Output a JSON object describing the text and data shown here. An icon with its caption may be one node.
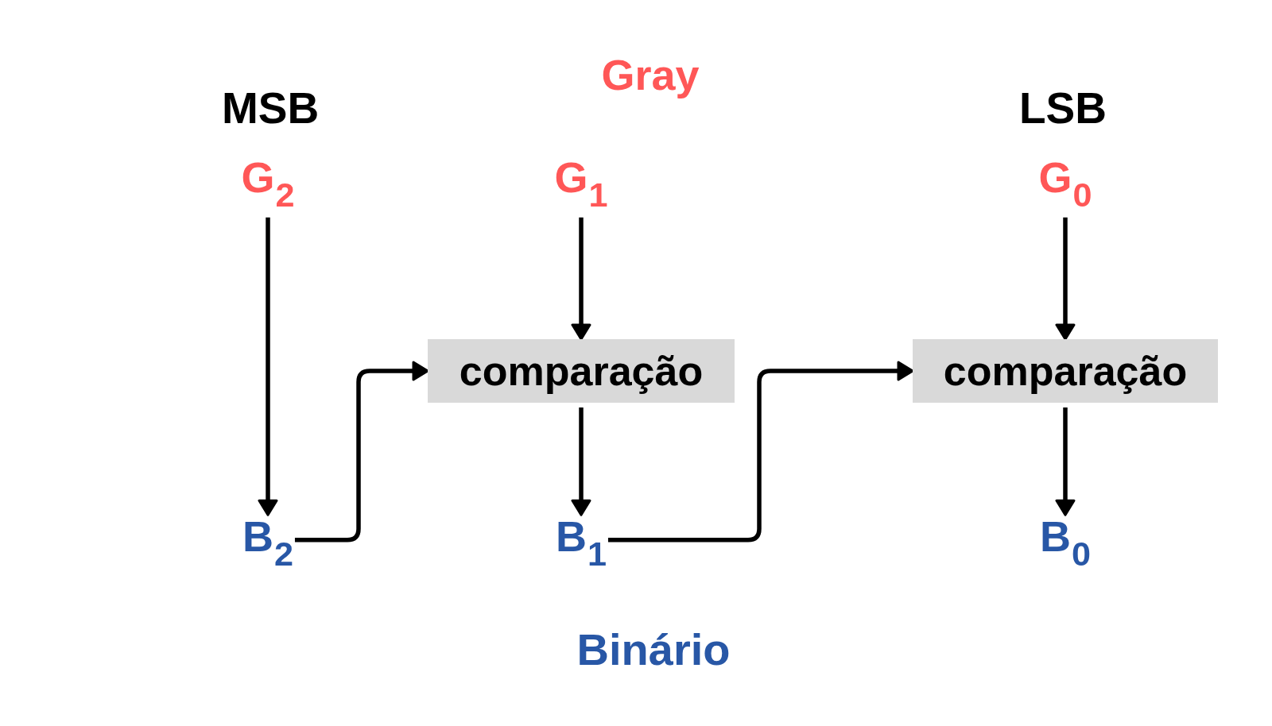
{
  "diagram": {
    "nodes": [
      {
        "text": [
          "G$_{2}$"
        ]
      },
      {
        "text": [
          "G$_{1}$"
        ]
      },
      {
        "text": [
          "G$_{0}$"
        ]
      },
      {
        "text": [
          "comparação"
        ]
      },
      {
        "text": [
          "comparação"
        ]
      },
      {
        "text": [
          "B$_{2}$"
        ]
      },
      {
        "text": [
          "B$_{1}$"
        ]
      },
      {
        "text": [
          "B$_{0}$"
        ]
      }
    ],
    "edges": [
      {
        "from": 0,
        "to": 5,
        "arrow": "to"
      },
      {
        "from": 1,
        "to": 3,
        "arrow": "to"
      },
      {
        "from": 2,
        "to": 4,
        "arrow": "to"
      },
      {
        "from": 5,
        "to": 3,
        "arrow": "to"
      },
      {
        "from": 3,
        "to": 6,
        "arrow": "to"
      },
      {
        "from": 6,
        "to": 4,
        "arrow": "to"
      },
      {
        "from": 4,
        "to": 7,
        "arrow": "to"
      }
    ],
    "labels": [
      "Gray",
      "MSB",
      "LSB",
      "Binário"
    ]
  }
}
